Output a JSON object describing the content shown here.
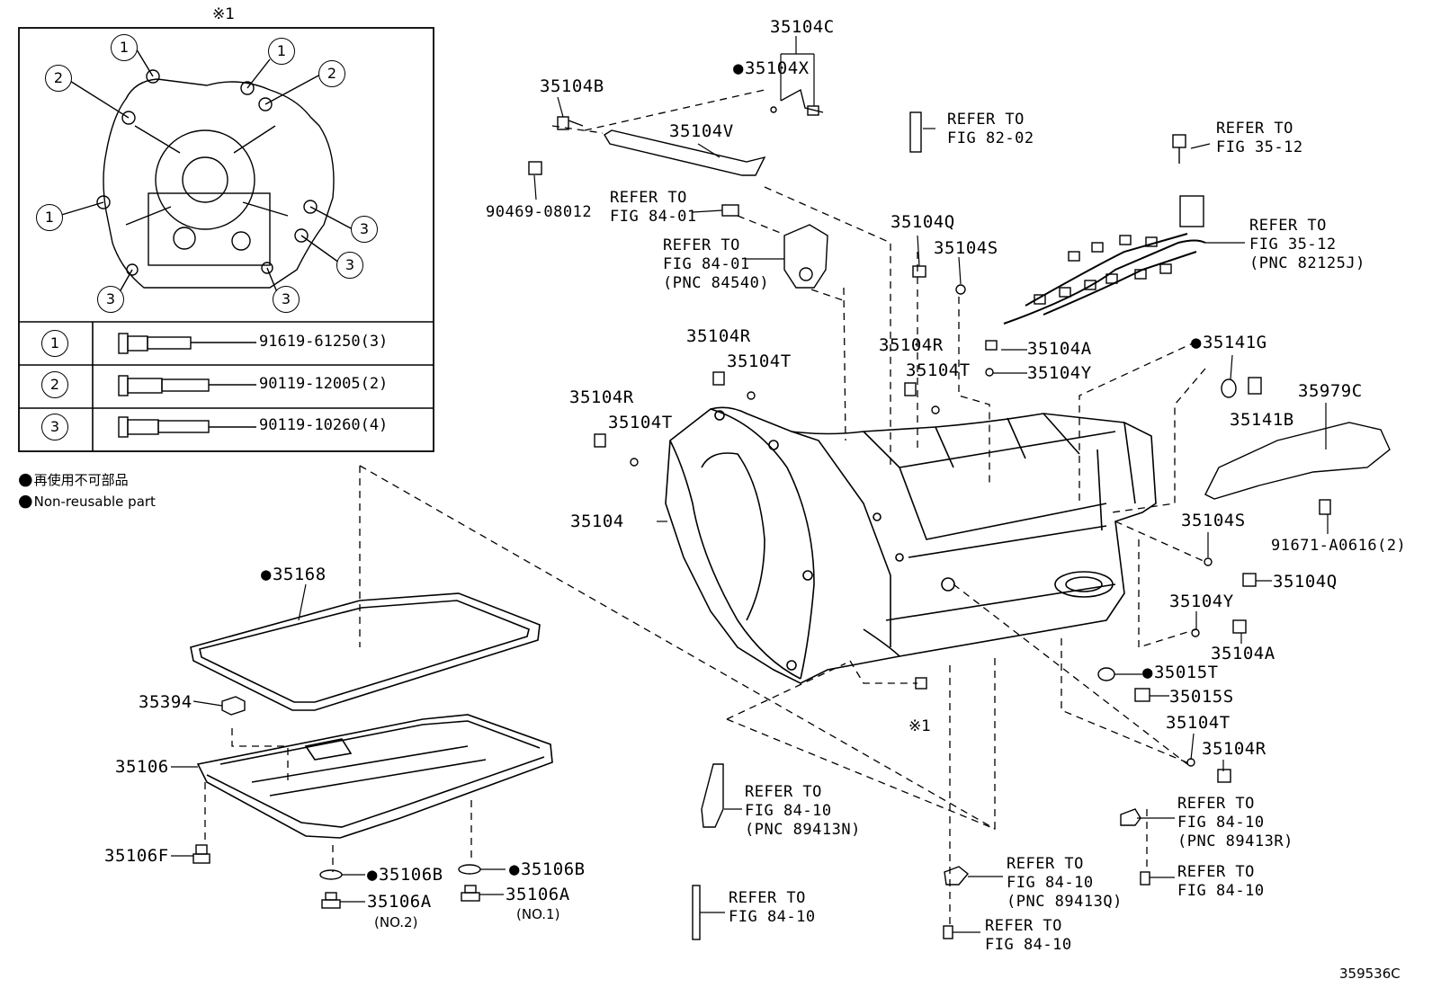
{
  "inset": {
    "note_mark": "※1",
    "bolt_table": [
      {
        "num": "1",
        "part": "91619-61250(3)"
      },
      {
        "num": "2",
        "part": "90119-12005(2)"
      },
      {
        "num": "3",
        "part": "90119-10260(4)"
      }
    ]
  },
  "legend": {
    "jp": "再使用不可部品",
    "en": "Non-reusable part"
  },
  "parts": {
    "p35104C": "35104C",
    "p35104X": "35104X",
    "p35104B": "35104B",
    "p35104V": "35104V",
    "p90469": "90469-08012",
    "p35104Q_top": "35104Q",
    "p35104S_top": "35104S",
    "p35104R_a": "35104R",
    "p35104T_a": "35104T",
    "p35104R_b": "35104R",
    "p35104T_b": "35104T",
    "p35104R_c": "35104R",
    "p35104T_c": "35104T",
    "p35104A_top": "35104A",
    "p35104Y_top": "35104Y",
    "p35141G": "35141G",
    "p35141B": "35141B",
    "p35979C": "35979C",
    "p35104": "35104",
    "p35104S_r": "35104S",
    "p91671": "91671-A0616(2)",
    "p35104Q_r": "35104Q",
    "p35104Y_r": "35104Y",
    "p35104A_r": "35104A",
    "p35015T": "35015T",
    "p35015S": "35015S",
    "p35104T_r": "35104T",
    "p35104R_r": "35104R",
    "p35168": "35168",
    "p35394": "35394",
    "p35106": "35106",
    "p35106F": "35106F",
    "p35106B_1": "35106B",
    "p35106B_2": "35106B",
    "p35106A_1": "35106A",
    "p35106A_2": "35106A",
    "no2": "(NO.2)",
    "no1": "(NO.1)",
    "x1_mark": "※1",
    "diagram_id": "359536C"
  },
  "refs": {
    "r_82_02": "REFER TO\nFIG 82-02",
    "r_35_12_a": "REFER TO\nFIG 35-12",
    "r_35_12_b": "REFER TO\nFIG 35-12\n(PNC 82125J)",
    "r_84_01_a": "REFER TO\nFIG 84-01",
    "r_84_01_b": "REFER TO\nFIG 84-01\n(PNC 84540)",
    "r_84_10_a": "REFER TO\nFIG 84-10\n(PNC 89413N)",
    "r_84_10_b": "REFER TO\nFIG 84-10",
    "r_84_10_c": "REFER TO\nFIG 84-10\n(PNC 89413Q)",
    "r_84_10_d": "REFER TO\nFIG 84-10",
    "r_84_10_e": "REFER TO\nFIG 84-10\n(PNC 89413R)",
    "r_84_10_f": "REFER TO\nFIG 84-10"
  }
}
